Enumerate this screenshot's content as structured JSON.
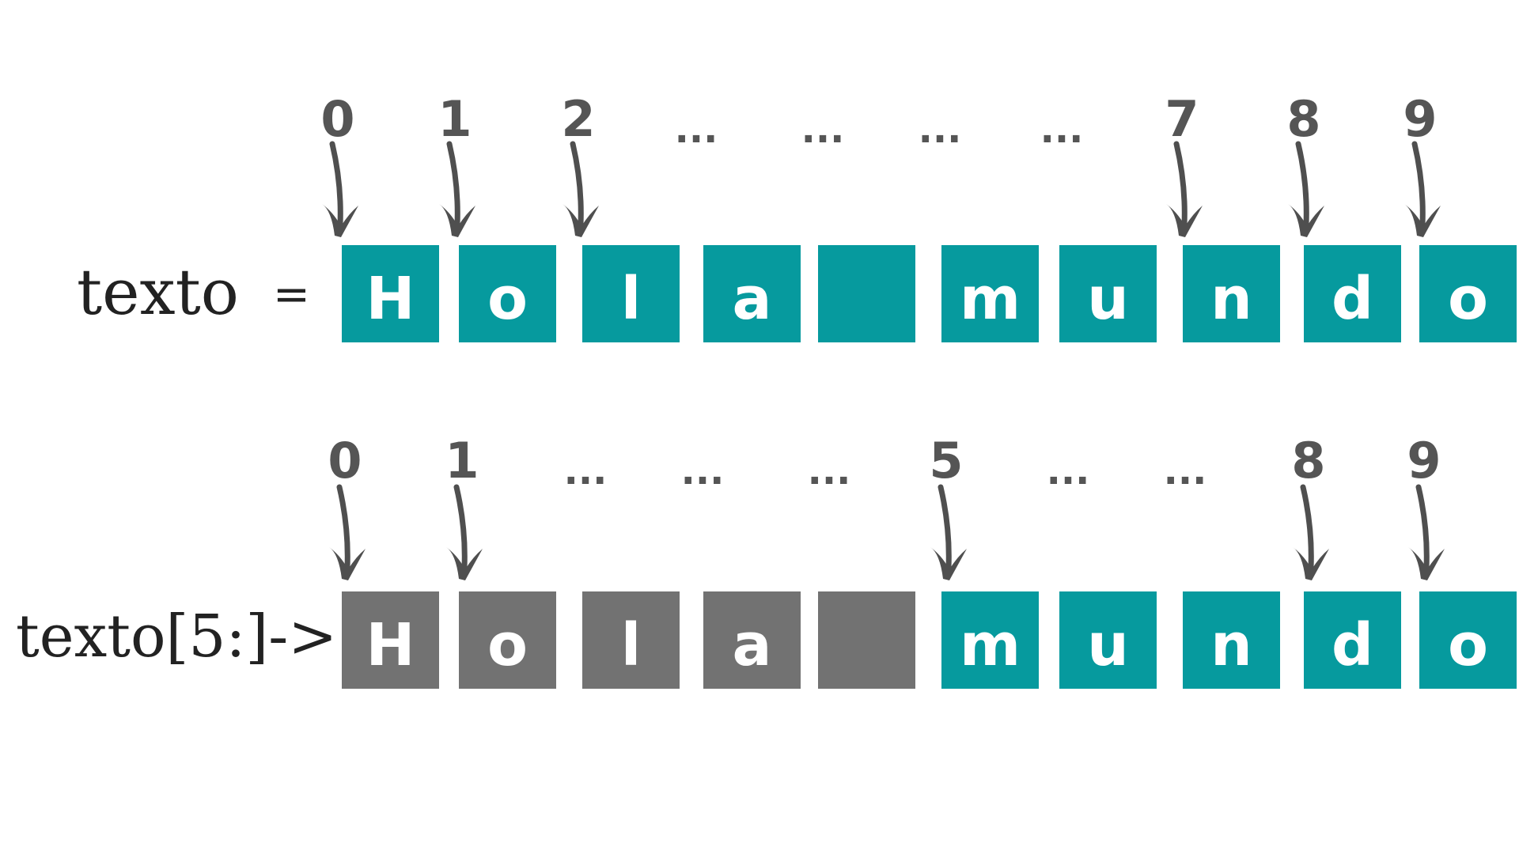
{
  "colors": {
    "active": "#069a9e",
    "inactive": "#727272",
    "index_text": "#555555",
    "arrow": "#4f4f4f"
  },
  "rows": [
    {
      "label": "texto",
      "operator": "=",
      "indices": [
        "0",
        "1",
        "2",
        "...",
        "...",
        "...",
        "...",
        "7",
        "8",
        "9"
      ],
      "arrows": [
        true,
        true,
        true,
        false,
        false,
        false,
        false,
        true,
        true,
        true
      ],
      "cells": [
        {
          "char": "H",
          "state": "active"
        },
        {
          "char": "o",
          "state": "active"
        },
        {
          "char": "l",
          "state": "active"
        },
        {
          "char": "a",
          "state": "active"
        },
        {
          "char": "",
          "state": "active"
        },
        {
          "char": "m",
          "state": "active"
        },
        {
          "char": "u",
          "state": "active"
        },
        {
          "char": "n",
          "state": "active"
        },
        {
          "char": "d",
          "state": "active"
        },
        {
          "char": "o",
          "state": "active"
        }
      ]
    },
    {
      "label": "texto[5:]->",
      "operator": "",
      "indices": [
        "0",
        "1",
        "...",
        "...",
        "...",
        "5",
        "...",
        "...",
        "8",
        "9"
      ],
      "arrows": [
        true,
        true,
        false,
        false,
        false,
        true,
        false,
        false,
        true,
        true
      ],
      "cells": [
        {
          "char": "H",
          "state": "inactive"
        },
        {
          "char": "o",
          "state": "inactive"
        },
        {
          "char": "l",
          "state": "inactive"
        },
        {
          "char": "a",
          "state": "inactive"
        },
        {
          "char": "",
          "state": "inactive"
        },
        {
          "char": "m",
          "state": "active"
        },
        {
          "char": "u",
          "state": "active"
        },
        {
          "char": "n",
          "state": "active"
        },
        {
          "char": "d",
          "state": "active"
        },
        {
          "char": "o",
          "state": "active"
        }
      ]
    }
  ]
}
